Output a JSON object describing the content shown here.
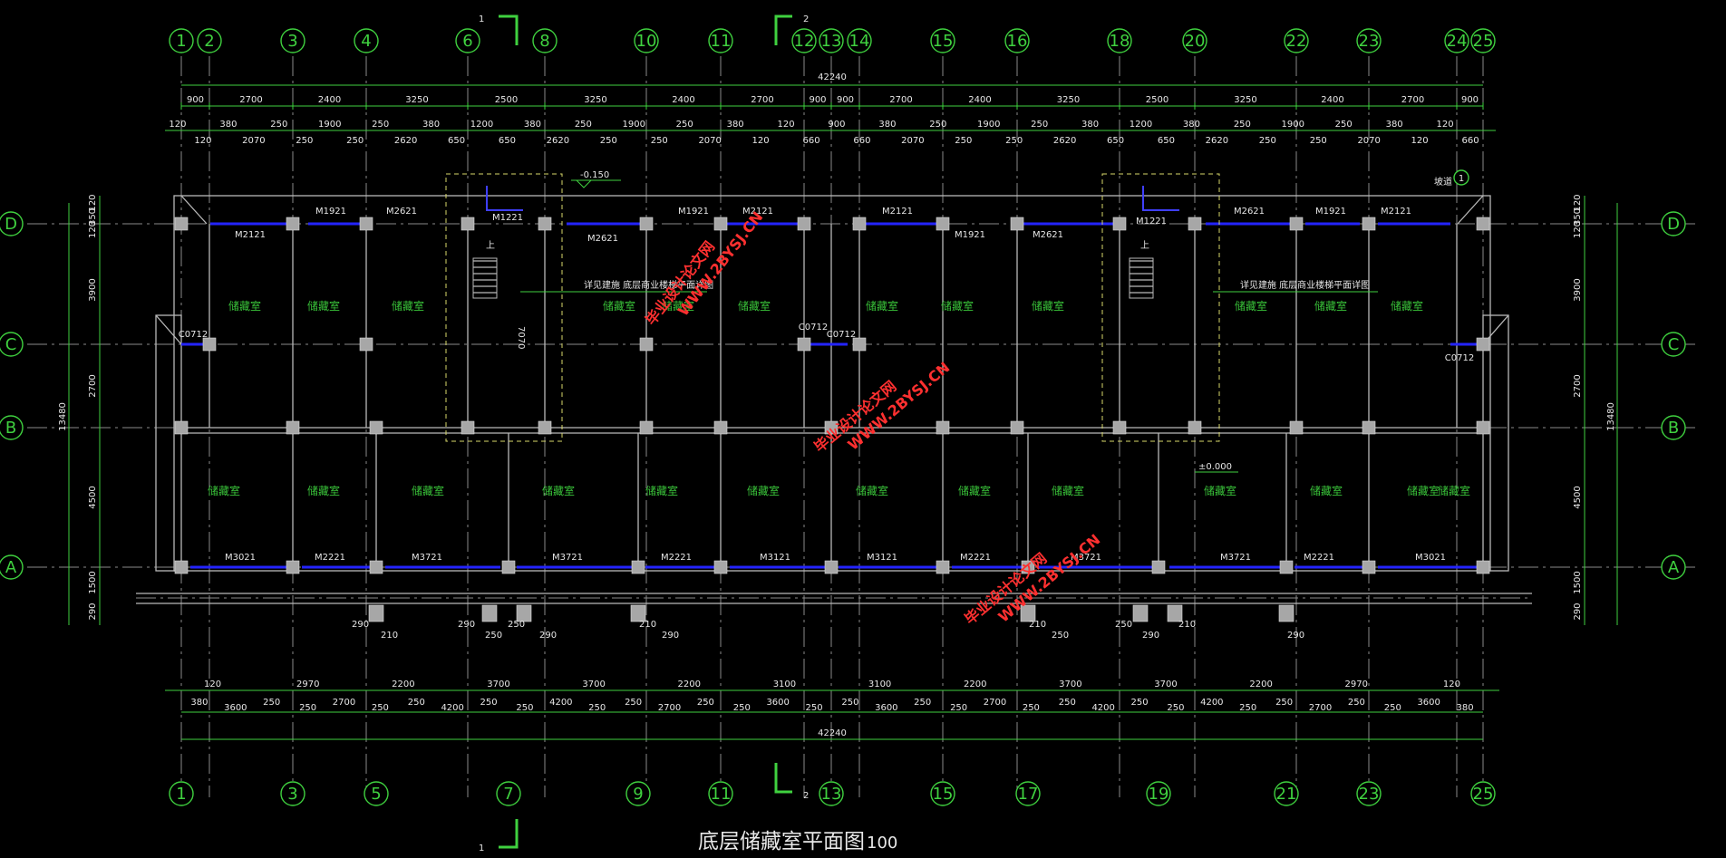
{
  "drawing": {
    "title": "底层储藏室平面图",
    "scale": "100",
    "colors": {
      "background": "#000000",
      "axis_green": "#3fd13f",
      "wall": "#b9b9b9",
      "opening_blue": "#2424ff",
      "watermark": "#ff3030"
    }
  },
  "top_axes": [
    "1",
    "2",
    "3",
    "4",
    "6",
    "8",
    "10",
    "11",
    "12",
    "13",
    "14",
    "15",
    "16",
    "18",
    "20",
    "22",
    "23",
    "24",
    "25"
  ],
  "bottom_axes": [
    "1",
    "3",
    "5",
    "7",
    "9",
    "11",
    "13",
    "15",
    "17",
    "19",
    "21",
    "23",
    "25"
  ],
  "row_axes": [
    "D",
    "C",
    "B",
    "A"
  ],
  "section_marks": {
    "top_left": "1",
    "top_right": "2",
    "bottom_left": "1",
    "bottom_right": "2"
  },
  "top_dims": {
    "total": "42240",
    "row1": [
      "900",
      "2700",
      "2400",
      "3250",
      "2500",
      "3250",
      "2400",
      "2700",
      "900",
      "900",
      "2700",
      "2400",
      "3250",
      "2500",
      "3250",
      "2400",
      "2700",
      "900"
    ],
    "row2": [
      "120",
      "120",
      "380",
      "2070",
      "250",
      "250",
      "1900",
      "250",
      "250",
      "2620",
      "380",
      "650",
      "1200",
      "650",
      "380",
      "2620",
      "250",
      "250",
      "1900",
      "250",
      "250",
      "2070",
      "380",
      "120",
      "120",
      "660",
      "900",
      "660",
      "380",
      "2070",
      "250",
      "250",
      "1900",
      "250",
      "250",
      "2620",
      "380",
      "650",
      "1200",
      "650",
      "380",
      "2620",
      "250",
      "250",
      "1900",
      "250",
      "250",
      "2070",
      "380",
      "120",
      "120",
      "660"
    ]
  },
  "bottom_dims": {
    "total": "42240",
    "row1": [
      "120",
      "2970",
      "2200",
      "3700",
      "3700",
      "2200",
      "3100",
      "3100",
      "2200",
      "3700",
      "3700",
      "2200",
      "2970",
      "120"
    ],
    "row2": [
      "380",
      "3600",
      "250",
      "250",
      "2700",
      "250",
      "250",
      "4200",
      "250",
      "250",
      "4200",
      "250",
      "250",
      "2700",
      "250",
      "250",
      "3600",
      "250",
      "250",
      "3600",
      "250",
      "250",
      "2700",
      "250",
      "250",
      "4200",
      "250",
      "250",
      "4200",
      "250",
      "250",
      "2700",
      "250",
      "250",
      "3600",
      "380"
    ]
  },
  "side_dims": {
    "left": [
      "120",
      "350",
      "120",
      "3900",
      "2700",
      "4500",
      "1500",
      "290"
    ],
    "left_total": "13480",
    "right": [
      "120",
      "350",
      "120",
      "3900",
      "2700",
      "4500",
      "1500",
      "290"
    ],
    "right_total": "13480"
  },
  "door_labels": {
    "top": [
      "M1921",
      "M2621",
      "M2121",
      "M1221",
      "M2621",
      "M1921",
      "M2121",
      "M2121",
      "M1921",
      "M2621",
      "M1221",
      "M2621",
      "M1921",
      "M2121"
    ],
    "bottom": [
      "M3021",
      "M2221",
      "M3721",
      "M3721",
      "M2221",
      "M3121",
      "M3121",
      "M2221",
      "M3721",
      "M3721",
      "M2221",
      "M3021"
    ],
    "windows": [
      "C0712",
      "C0712",
      "C0712",
      "C0712"
    ]
  },
  "rooms": {
    "upper": [
      "储藏室",
      "储藏室",
      "储藏室",
      "储藏室",
      "储藏室",
      "储藏室",
      "储藏室",
      "储藏室",
      "储藏室",
      "储藏室",
      "储藏室",
      "储藏室"
    ],
    "lower": [
      "储藏室",
      "储藏室",
      "储藏室",
      "储藏室",
      "储藏室",
      "储藏室",
      "储藏室",
      "储藏室",
      "储藏室",
      "储藏室",
      "储藏室",
      "储藏室",
      "储藏室"
    ]
  },
  "annotations": {
    "elev_top": "-0.150",
    "elev_floor": "±0.000",
    "stair_dim": "7070",
    "stair_up": "上",
    "note_left": "详见建施 底层商业楼梯平面详图",
    "note_right": "详见建施 底层商业楼梯平面详图",
    "ramp": "坡道",
    "ramp_ref": "1",
    "small_dims": [
      "290",
      "210",
      "290",
      "250",
      "250",
      "290",
      "210",
      "290",
      "210",
      "250",
      "250",
      "290",
      "210",
      "290"
    ]
  },
  "watermark": {
    "line1": "毕业设计论文网",
    "line2": "WWW.2BYSJ.CN"
  }
}
